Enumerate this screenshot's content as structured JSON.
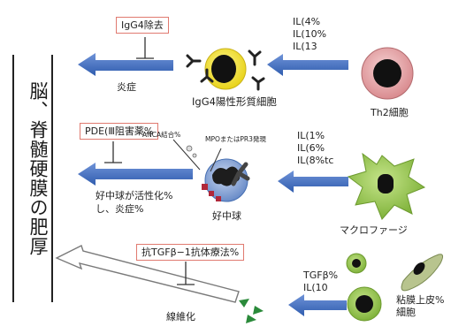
{
  "left_title": "脳、脊髄硬膜の肥厚",
  "top_row": {
    "treatment_box": "IgG4除去",
    "effect_label": "炎症",
    "cell_label": "IgG4陽性形質細胞",
    "source_cell_label": "Th2細胞",
    "cytokines": [
      "IL(4%",
      "IL(10%",
      "IL(13"
    ]
  },
  "middle_row": {
    "treatment_box": "PDE(Ⅲ阻害薬%",
    "anca_label": "ANCA結合%",
    "mpo_label": "MPOまたはPR3発現",
    "effect_label": [
      "好中球が活性化%",
      "し、炎症%"
    ],
    "cell_label": "好中球",
    "source_cell_label": "マクロファージ",
    "cytokines": [
      "IL(1%",
      "IL(6%",
      "IL(8%tc"
    ]
  },
  "bottom_row": {
    "treatment_box": "抗TGFβ−1抗体療法%",
    "effect_label": "線維化",
    "source_cell_label": [
      "粘膜上皮%",
      "細胞"
    ],
    "cytokines": [
      "TGFβ%",
      "IL(10"
    ]
  },
  "colors": {
    "arrow_blue": "#3f6fc4",
    "box_border": "#e07a70",
    "plasma_cell": "#f3e33a",
    "macrophage": "#9ccc4e",
    "th2_cell": "#e7a3a5",
    "neutrophil": "#7f9fd0",
    "epithelial": "#9fb27c"
  }
}
